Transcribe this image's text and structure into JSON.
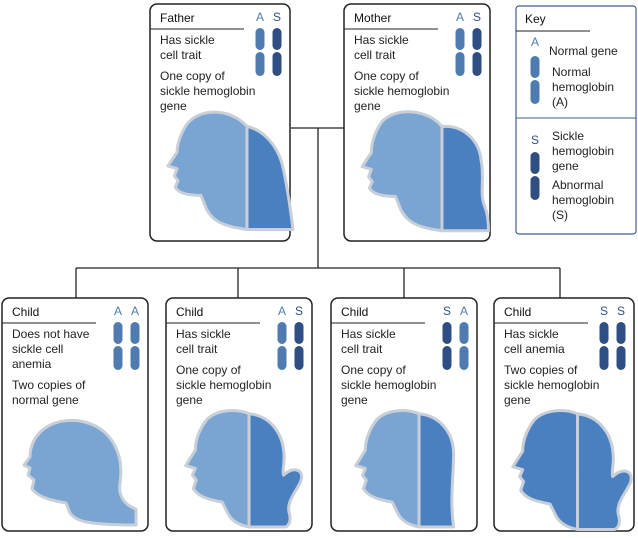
{
  "colors": {
    "normal_gene": "#4f7bb0",
    "sickle_gene": "#2f4f84",
    "head_light": "#7aa4d2",
    "head_dark": "#4a7fc0",
    "head_outline": "#c8cfd8",
    "text": "#222222"
  },
  "key": {
    "title": "Key",
    "normal_letter": "A",
    "normal_gene_label": "Normal gene",
    "normal_hemoglobin_lines": [
      "Normal",
      "hemoglobin",
      "(A)"
    ],
    "sickle_letter": "S",
    "sickle_gene_lines": [
      "Sickle",
      "hemoglobin",
      "gene"
    ],
    "abnormal_hemoglobin_lines": [
      "Abnormal",
      "hemoglobin",
      "(S)"
    ]
  },
  "parents": [
    {
      "title": "Father",
      "alleles": [
        "A",
        "S"
      ],
      "status_lines": [
        "Has sickle",
        "cell trait"
      ],
      "copy_lines": [
        "One copy of",
        "sickle hemoglobin",
        "gene"
      ],
      "head": "male"
    },
    {
      "title": "Mother",
      "alleles": [
        "A",
        "S"
      ],
      "status_lines": [
        "Has sickle",
        "cell trait"
      ],
      "copy_lines": [
        "One copy of",
        "sickle hemoglobin",
        "gene"
      ],
      "head": "female"
    }
  ],
  "children": [
    {
      "title": "Child",
      "alleles": [
        "A",
        "A"
      ],
      "status_lines": [
        "Does not have",
        "sickle cell",
        "anemia"
      ],
      "copy_lines": [
        "Two copies of",
        "normal gene"
      ],
      "head": "baby"
    },
    {
      "title": "Child",
      "alleles": [
        "A",
        "S"
      ],
      "status_lines": [
        "Has sickle",
        "cell trait"
      ],
      "copy_lines": [
        "One copy of",
        "sickle hemoglobin",
        "gene"
      ],
      "head": "girl"
    },
    {
      "title": "Child",
      "alleles": [
        "S",
        "A"
      ],
      "status_lines": [
        "Has sickle",
        "cell trait"
      ],
      "copy_lines": [
        "One copy of",
        "sickle hemoglobin",
        "gene"
      ],
      "head": "boy"
    },
    {
      "title": "Child",
      "alleles": [
        "S",
        "S"
      ],
      "status_lines": [
        "Has sickle",
        "cell anemia"
      ],
      "copy_lines": [
        "Two copies of",
        "sickle hemoglobin",
        "gene"
      ],
      "head": "girl"
    }
  ]
}
